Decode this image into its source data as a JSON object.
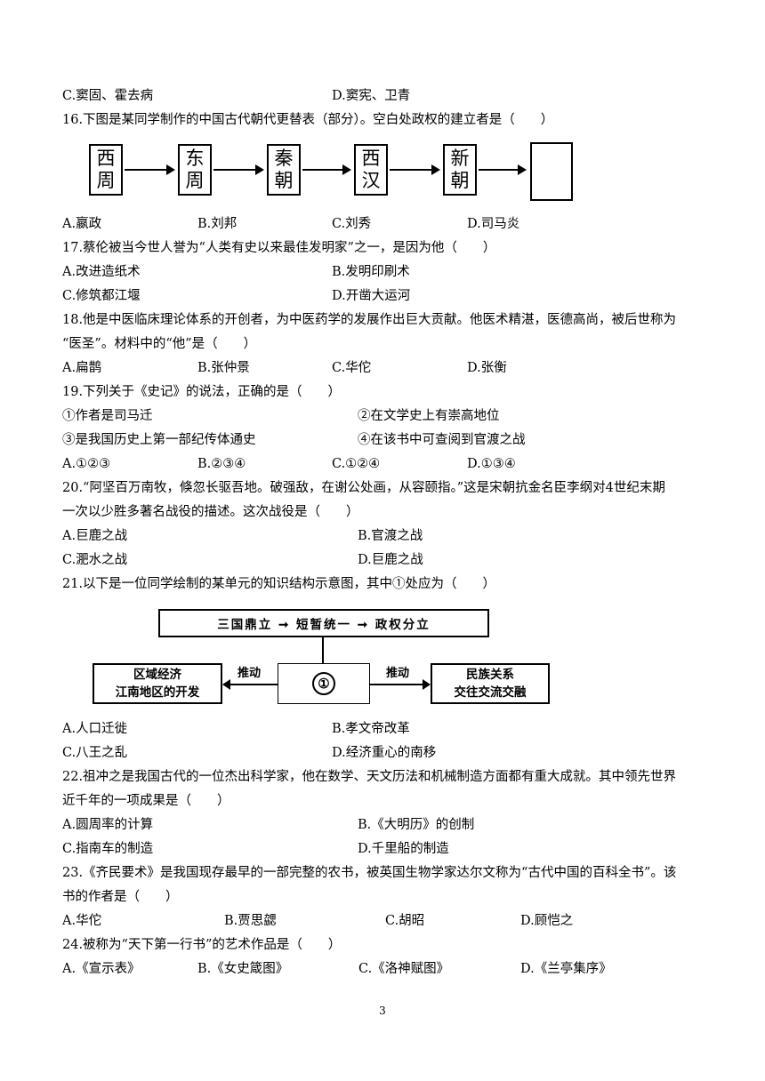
{
  "q15": {
    "opt_c": "C.窦固、霍去病",
    "opt_d": "D.窦宪、卫青"
  },
  "q16": {
    "stem": "16.下图是某同学制作的中国古代朝代更替表（部分）。空白处政权的建立者是（　　）",
    "dynasties": [
      [
        "西",
        "周"
      ],
      [
        "东",
        "周"
      ],
      [
        "秦",
        "朝"
      ],
      [
        "西",
        "汉"
      ],
      [
        "新",
        "朝"
      ]
    ],
    "blank": "",
    "opts": [
      "A.嬴政",
      "B.刘邦",
      "C.刘秀",
      "D.司马炎"
    ]
  },
  "q17": {
    "stem": "17.蔡伦被当今世人誉为“人类有史以来最佳发明家”之一，是因为他（　　）",
    "opts": [
      "A.改进造纸术",
      "B.发明印刷术",
      "C.修筑都江堰",
      "D.开凿大运河"
    ]
  },
  "q18": {
    "stem1": "18.他是中医临床理论体系的开创者，为中医药学的发展作出巨大贡献。他医术精湛，医德高尚，被后世称为",
    "stem2": "“医圣”。材料中的“他”是（　　）",
    "opts": [
      "A.扁鹊",
      "B.张仲景",
      "C.华佗",
      "D.张衡"
    ]
  },
  "q19": {
    "stem": "19.下列关于《史记》的说法，正确的是（　　）",
    "items": [
      "①作者是司马迁",
      "②在文学史上有崇高地位",
      "③是我国历史上第一部纪传体通史",
      "④在该书中可查阅到官渡之战"
    ],
    "opts": [
      "A.①②③",
      "B.②③④",
      "C.①②④",
      "D.①③④"
    ]
  },
  "q20": {
    "stem1": "20.“阿坚百万南牧，倏忽长驱吾地。破强敌，在谢公处画，从容颐指。”这是宋朝抗金名臣李纲对4世纪末期",
    "stem2": "一次以少胜多著名战役的描述。这次战役是（　　）",
    "opts": [
      "A.巨鹿之战",
      "B.官渡之战",
      "C.淝水之战",
      "D.巨鹿之战"
    ]
  },
  "q21": {
    "stem": "21.以下是一位同学绘制的某单元的知识结构示意图，其中①处应为（　　）",
    "top_box": "三国鼎立 ➞ 短暂统一 ➞ 政权分立",
    "left_box": [
      "区域经济",
      "江南地区的开发"
    ],
    "right_box": [
      "民族关系",
      "交往交流交融"
    ],
    "push_left": "推动",
    "push_right": "推动",
    "center": "①",
    "opts": [
      "A.人口迁徙",
      "B.孝文帝改革",
      "C.八王之乱",
      "D.经济重心的南移"
    ]
  },
  "q22": {
    "stem1": "22.祖冲之是我国古代的一位杰出科学家，他在数学、天文历法和机械制造方面都有重大成就。其中领先世界",
    "stem2": "近千年的一项成果是（　　）",
    "opts": [
      "A.圆周率的计算",
      "B.《大明历》的创制",
      "C.指南车的制造",
      "D.千里船的制造"
    ]
  },
  "q23": {
    "stem1": "23.《齐民要术》是我国现存最早的一部完整的农书，被英国生物学家达尔文称为“古代中国的百科全书”。该",
    "stem2": "书的作者是（　　）",
    "opts": [
      "A.华佗",
      "B.贾思勰",
      "C.胡昭",
      "D.顾恺之"
    ]
  },
  "q24": {
    "stem": "24.被称为“天下第一行书”的艺术作品是（　　）",
    "opts": [
      "A.《宣示表》",
      "B.《女史箴图》",
      "C.《洛神赋图》",
      "D.《兰亭集序》"
    ]
  },
  "page_number": "3"
}
